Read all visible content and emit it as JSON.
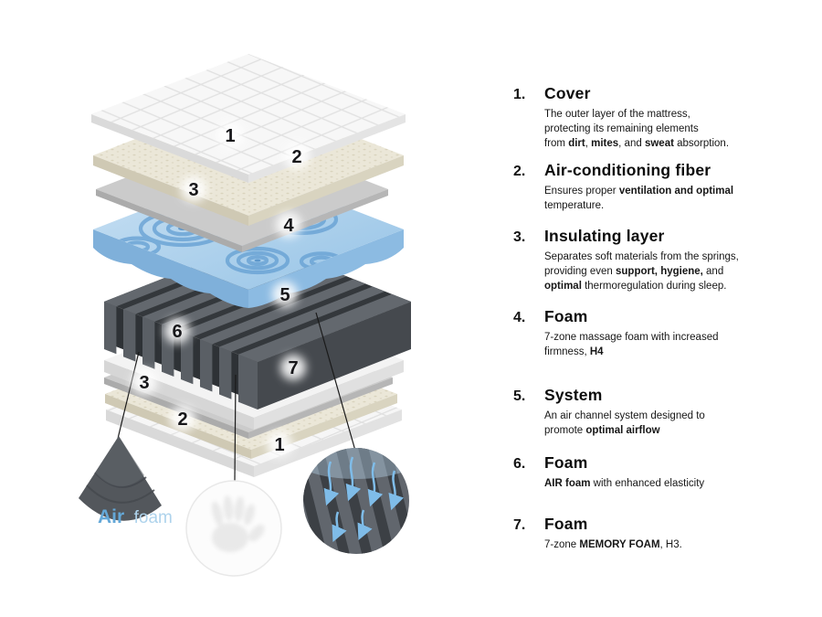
{
  "figure": {
    "layer_numbers": [
      "1",
      "2",
      "3",
      "4",
      "5",
      "6",
      "7",
      "3",
      "2",
      "1"
    ],
    "air_foam_caption": {
      "strong": "Air",
      "light": "foam"
    },
    "accent_colors": {
      "air_blue": "#64a8d8",
      "air_blue_light": "#aed3ec",
      "massage_foam_blue": "#9cc6e6"
    }
  },
  "legend": {
    "items": [
      {
        "num": "1.",
        "title": "Cover",
        "desc": "The outer layer of the mattress,<br>protecting its remaining elements<br>from <b>dirt</b>, <b>mites</b>, and <b>sweat</b> absorption."
      },
      {
        "num": "2.",
        "title": "Air-conditioning fiber",
        "desc": "Ensures proper <b>ventilation and optimal</b><br>temperature."
      },
      {
        "num": "3.",
        "title": "Insulating layer",
        "desc": "Separates soft materials from the springs,<br>providing even <b>support, hygiene,</b> and<br><b>optimal</b> thermoregulation during sleep."
      },
      {
        "num": "4.",
        "title": "Foam",
        "desc": "7-zone massage foam with increased<br>firmness, <b>H4</b>"
      },
      {
        "num": "5.",
        "title": "System",
        "desc": "An air channel system designed to<br>promote <b>optimal airflow</b>"
      },
      {
        "num": "6.",
        "title": "Foam",
        "desc": "<b>AIR foam</b> with enhanced elasticity"
      },
      {
        "num": "7.",
        "title": "Foam",
        "desc": "7-zone <b>MEMORY FOAM</b>, H3."
      }
    ]
  }
}
